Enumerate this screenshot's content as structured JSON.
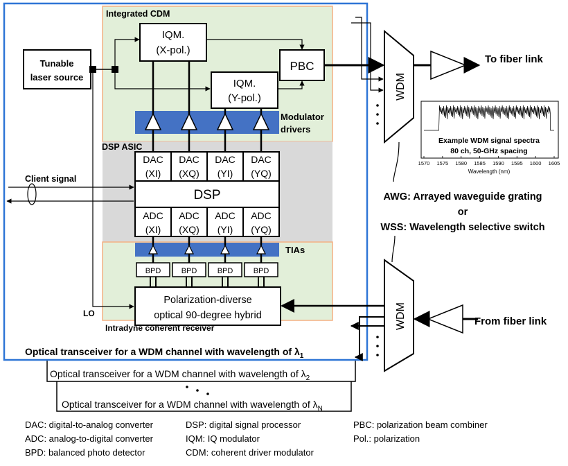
{
  "blocks": {
    "cdm_title": "Integrated CDM",
    "iqm_x": [
      "IQM.",
      "(X-pol.)"
    ],
    "iqm_y": [
      "IQM.",
      "(Y-pol.)"
    ],
    "pbc": "PBC",
    "laser": [
      "Tunable",
      "laser source"
    ],
    "mod_drivers": [
      "Modulator",
      "drivers"
    ],
    "dsp_asic": "DSP ASIC",
    "dac": [
      [
        "DAC",
        "(XI)"
      ],
      [
        "DAC",
        "(XQ)"
      ],
      [
        "DAC",
        "(YI)"
      ],
      [
        "DAC",
        "(YQ)"
      ]
    ],
    "dsp": "DSP",
    "adc": [
      [
        "ADC",
        "(XI)"
      ],
      [
        "ADC",
        "(XQ)"
      ],
      [
        "ADC",
        "(YI)"
      ],
      [
        "ADC",
        "(YQ)"
      ]
    ],
    "tias": "TIAs",
    "bpd": [
      "BPD",
      "BPD",
      "BPD",
      "BPD"
    ],
    "hybrid": [
      "Polarization-diverse",
      "optical 90-degree hybrid"
    ],
    "receiver_title": "Intradyne coherent receiver",
    "lo": "LO",
    "client_signal": "Client signal",
    "wdm": "WDM",
    "to_fiber": "To fiber link",
    "from_fiber": "From fiber link",
    "awg_note": [
      "AWG: Arrayed waveguide grating",
      "or",
      "WSS: Wavelength selective switch"
    ]
  },
  "transceivers": {
    "t1": {
      "text": "Optical transceiver for a WDM channel with wavelength of λ",
      "sub": "1"
    },
    "t2": {
      "text": "Optical transceiver for a WDM channel with wavelength of λ",
      "sub": "2"
    },
    "tn": {
      "text": "Optical transceiver for a WDM channel with wavelength of λ",
      "sub": "N"
    }
  },
  "spectrum_inset": {
    "title": [
      "Example WDM signal spectra",
      "80 ch, 50-GHz spacing"
    ],
    "xlabel": "Wavelength (nm)",
    "xticks": [
      "1570",
      "1575",
      "1580",
      "1585",
      "1590",
      "1595",
      "1600",
      "1605"
    ],
    "xrange": [
      1570,
      1605
    ],
    "channels": 80
  },
  "legend": {
    "col1": [
      "DAC: digital-to-analog converter",
      "ADC: analog-to-digital converter",
      "BPD: balanced photo detector"
    ],
    "col2": [
      "DSP: digital signal processor",
      "IQM: IQ modulator",
      "CDM: coherent driver modulator"
    ],
    "col3": [
      "PBC: polarization beam combiner",
      "Pol.: polarization"
    ]
  },
  "colors": {
    "outer_border": "#2e75d6",
    "region_fill": "#e2efd9",
    "region_border": "#f4b183",
    "asic_fill": "#d9d9d9",
    "driver_bar": "#4472c4"
  }
}
